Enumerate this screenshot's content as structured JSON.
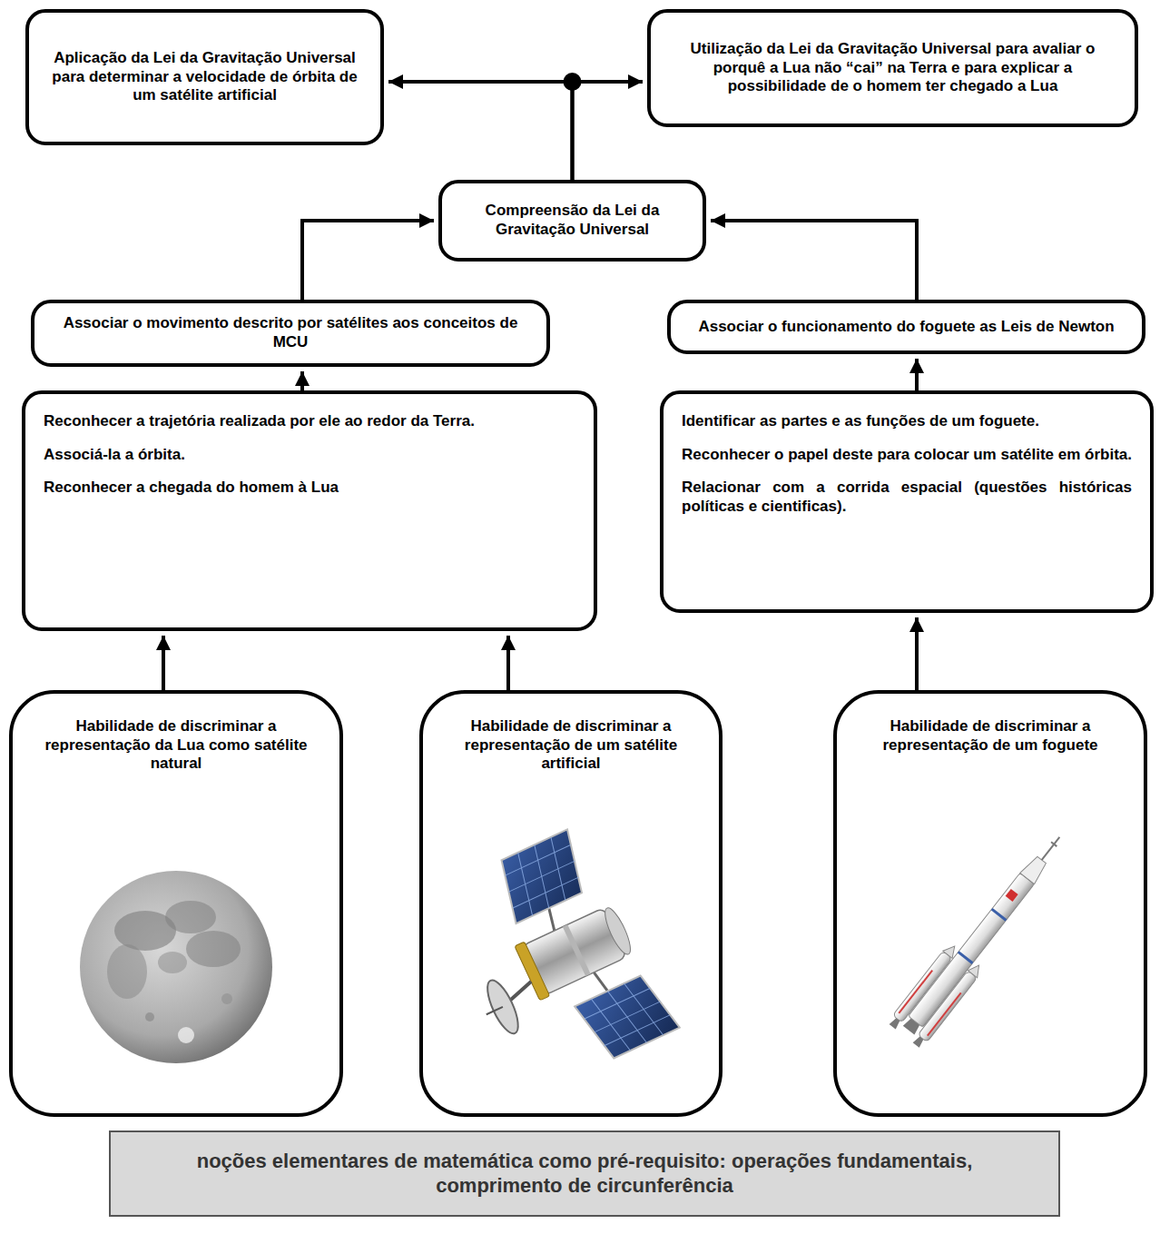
{
  "diagram": {
    "nodes": [
      {
        "text": [
          "Aplicação da Lei da Gravitação Universal para determinar a velocidade de órbita de um satélite artificial"
        ]
      },
      {
        "text": [
          "Utilização da Lei da Gravitação Universal para avaliar o porquê a Lua não “cai” na Terra e para explicar a possibilidade de o homem ter chegado a Lua"
        ]
      },
      {
        "text": [
          "Compreensão da Lei da Gravitação Universal"
        ]
      },
      {
        "text": [
          "Associar o movimento descrito por satélites aos conceitos de MCU"
        ]
      },
      {
        "text": [
          "Associar o funcionamento do foguete as Leis de Newton"
        ]
      },
      {
        "text": [
          "Reconhecer a trajetória realizada por ele ao redor da Terra.",
          "Associá-la a órbita.",
          "Reconhecer a chegada do homem à Lua"
        ]
      },
      {
        "text": [
          "Identificar as partes e as funções de um foguete.",
          "Reconhecer o papel deste para colocar um satélite em órbita.",
          "Relacionar com a corrida espacial (questões históricas políticas e cientificas)."
        ]
      },
      {
        "text": [
          "Habilidade de discriminar a representação da Lua como satélite natural"
        ]
      },
      {
        "text": [
          "Habilidade de discriminar a representação de um satélite artificial"
        ]
      },
      {
        "text": [
          "Habilidade de discriminar a representação de um foguete"
        ]
      },
      {
        "text": [
          "noções elementares de matemática como pré-requisito: operações fundamentais, comprimento de circunferência"
        ]
      }
    ],
    "edges": [
      {
        "from": 2,
        "to": 0,
        "arrow": "to"
      },
      {
        "from": 2,
        "to": 1,
        "arrow": "to"
      },
      {
        "from": 3,
        "to": 2,
        "arrow": "to"
      },
      {
        "from": 4,
        "to": 2,
        "arrow": "to"
      },
      {
        "from": 5,
        "to": 3,
        "arrow": "to"
      },
      {
        "from": 6,
        "to": 4,
        "arrow": "to"
      },
      {
        "from": 7,
        "to": 5,
        "arrow": "to"
      },
      {
        "from": 8,
        "to": 5,
        "arrow": "to"
      },
      {
        "from": 9,
        "to": 6,
        "arrow": "to"
      }
    ]
  }
}
